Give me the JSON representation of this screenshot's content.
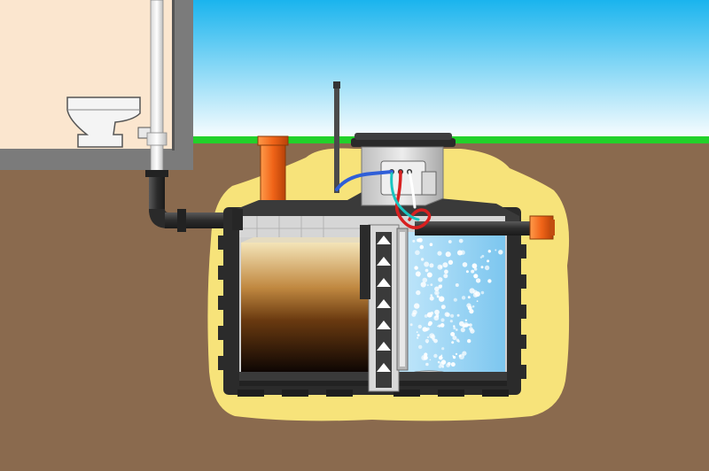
{
  "diagram": {
    "kind": "underground septic tank cross-section",
    "labels": [],
    "colors": {
      "sky_top": "#1ab4ee",
      "sky_bottom": "#ffffff",
      "grass": "#22d12a",
      "soil": "#8a6a4e",
      "backfill_sand": "#f7e37a",
      "house_wall": "#fbe6cf",
      "foundation": "#7b7b7b",
      "tank_shell": "#2b2b2b",
      "tank_inner": "#dcdcdc",
      "sludge_top": "#f2e0b0",
      "sludge_mid": "#8b5a1c",
      "sludge_bottom": "#120804",
      "clear_water": "#8fd0f2",
      "orange_pipe": "#f0641a",
      "pipe_dark": "#3a3a3a",
      "cable_blue": "#2f5fd8",
      "cable_red": "#d82020",
      "cable_cyan": "#19c4c0"
    },
    "components": [
      "house",
      "toilet",
      "drain-pipe",
      "inlet-pipe",
      "vent-pipe",
      "antenna",
      "manhole-cover",
      "control-box",
      "sludge-chamber",
      "aeration-chamber",
      "air-bubbles",
      "air-diffuser",
      "outlet-pipe",
      "separation-baffle"
    ]
  }
}
